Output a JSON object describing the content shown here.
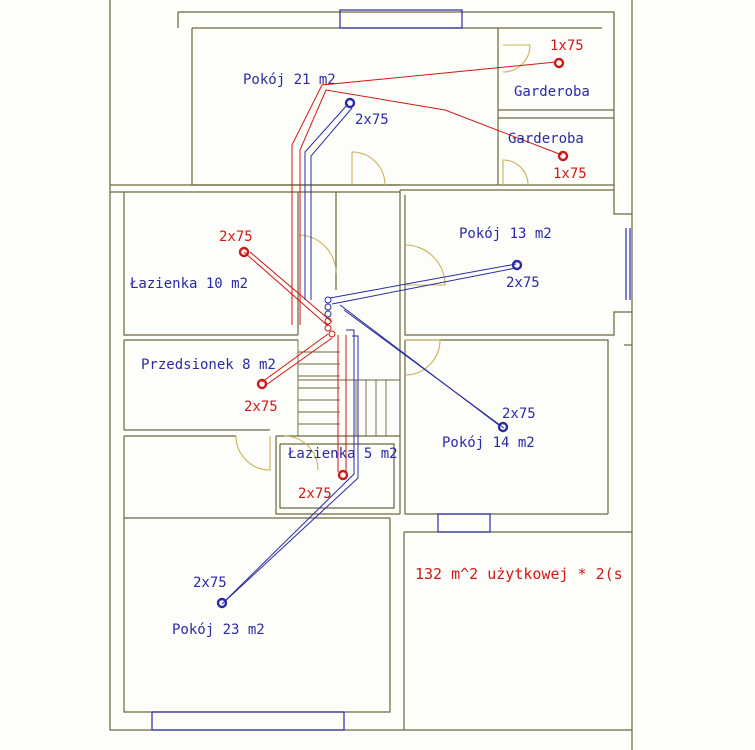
{
  "rooms": {
    "pokoj21": "Pokój 21 m2",
    "garderoba1": "Garderoba",
    "garderoba2": "Garderoba",
    "pokoj13": "Pokój 13 m2",
    "lazienka10": "Łazienka 10 m2",
    "przedsionek8": "Przedsionek 8 m2",
    "pokoj14": "Pokój 14 m2",
    "lazienka5": "Łazienka 5 m2",
    "pokoj23": "Pokój 23 m2"
  },
  "terminals": {
    "garderoba1_supply": "1x75",
    "garderoba2_supply": "1x75",
    "pokoj21_exhaust": "2x75",
    "lazienka10_supply": "2x75",
    "pokoj13_exhaust": "2x75",
    "przedsionek_supply": "2x75",
    "pokoj14_exhaust": "2x75",
    "lazienka5_supply": "2x75",
    "pokoj23_exhaust": "2x75"
  },
  "note": "132 m^2 użytkowej * 2(s",
  "colors": {
    "supply": "#d01818",
    "exhaust": "#2a2aa8",
    "wall": "#6b6740",
    "door": "#c8b25a",
    "background": "#fdfdf9"
  }
}
